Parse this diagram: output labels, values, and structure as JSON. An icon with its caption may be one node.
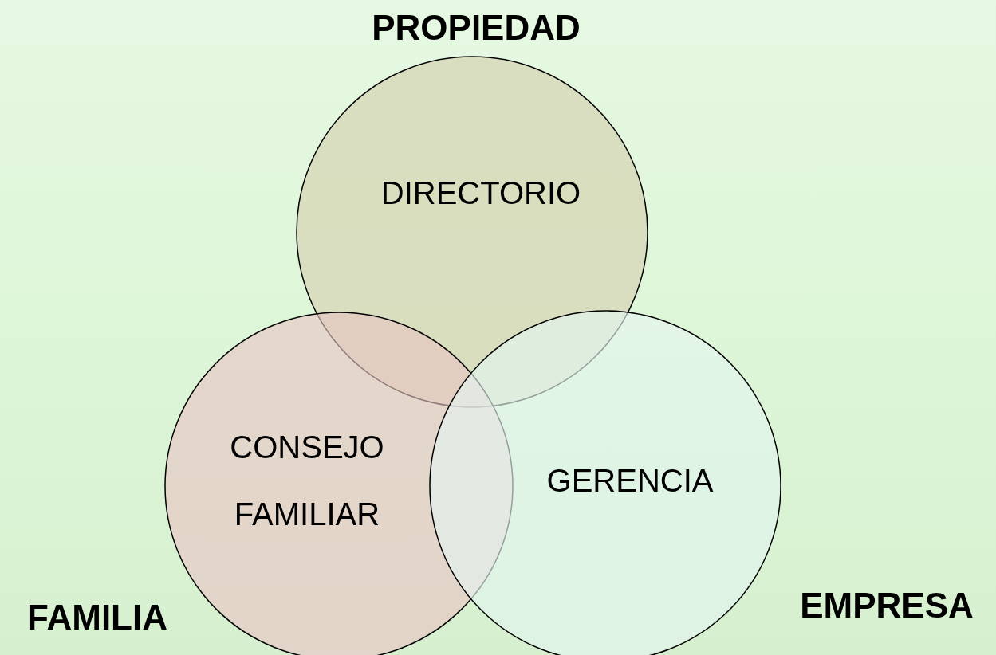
{
  "diagram": {
    "nodes": [
      {
        "text": [
          "PROPIEDAD",
          "DIRECTORIO"
        ]
      },
      {
        "text": [
          "FAMILIA",
          "CONSEJO FAMILIAR"
        ]
      },
      {
        "text": [
          "EMPRESA",
          "GERENCIA"
        ]
      }
    ],
    "edges": []
  }
}
